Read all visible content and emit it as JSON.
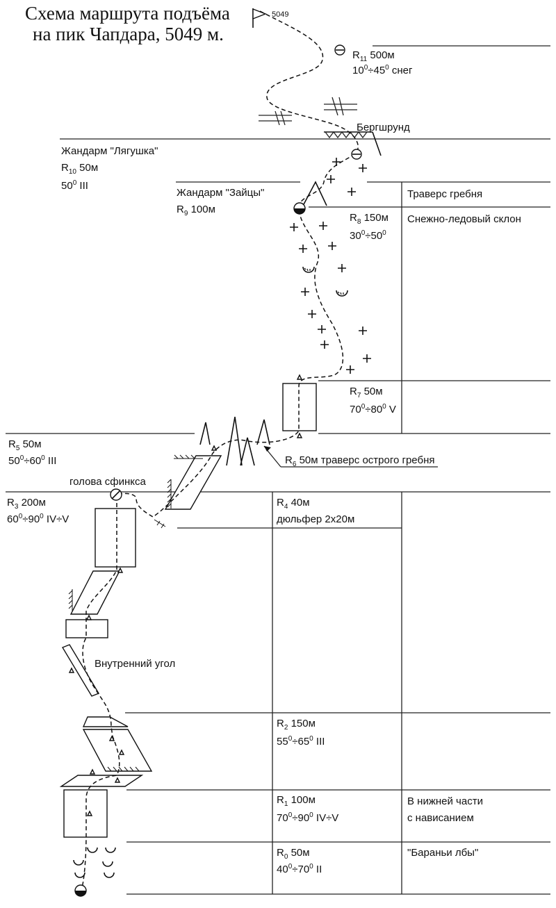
{
  "title": {
    "line1": "Схема маршрута подъёма",
    "line2": "на пик Чапдара, 5049 м."
  },
  "summit": {
    "label": "5049"
  },
  "sections": {
    "r11": {
      "name": "R",
      "sub": "11",
      "rest": " 500м",
      "line2_a": "10",
      "line2_b": "÷45",
      "line2_c": " снег",
      "sup": "0"
    },
    "bergschrund": "Бергшрунд",
    "r10": {
      "desc": "Жандарм \"Лягушка\"",
      "name": "R",
      "sub": "10",
      "rest": " 50м",
      "line2_a": "50",
      "line2_c": " III",
      "sup": "0"
    },
    "r9": {
      "desc": "Жандарм \"Зайцы\"",
      "name": "R",
      "sub": "9",
      "rest": " 100м"
    },
    "traverse_ridge": "Траверс гребня",
    "r8": {
      "name": "R",
      "sub": "8",
      "rest": " 150м",
      "line2_a": "30",
      "line2_b": "÷50",
      "sup": "0"
    },
    "snow_ice_slope": "Снежно-ледовый склон",
    "r7": {
      "name": "R",
      "sub": "7",
      "rest": " 50м",
      "line2_a": "70",
      "line2_b": "÷80",
      "line2_c": " V",
      "sup": "0"
    },
    "r6": {
      "name": "R",
      "sub": "6",
      "rest": " 50м траверс острого гребня"
    },
    "r5": {
      "name": "R",
      "sub": "5",
      "rest": " 50м",
      "line2_a": "50",
      "line2_b": "÷60",
      "line2_c": " III",
      "sup": "0"
    },
    "sphinx_head": "голова сфинкса",
    "r4": {
      "name": "R",
      "sub": "4",
      "rest": " 40м",
      "line2": "дюльфер 2х20м"
    },
    "r3": {
      "name": "R",
      "sub": "3",
      "rest": " 200м",
      "line2_a": "60",
      "line2_b": "÷90",
      "line2_c": " IV÷V",
      "sup": "0"
    },
    "inner_corner": "Внутренний угол",
    "r2": {
      "name": "R",
      "sub": "2",
      "rest": " 150м",
      "line2_a": "55",
      "line2_b": "÷65",
      "line2_c": " III",
      "sup": "0"
    },
    "r1": {
      "name": "R",
      "sub": "1",
      "rest": " 100м",
      "line2_a": "70",
      "line2_b": "÷90",
      "line2_c": " IV÷V",
      "sup": "0",
      "note1": "В нижней части",
      "note2": "с нависанием"
    },
    "r0": {
      "name": "R",
      "sub": "0",
      "rest": " 50м",
      "line2_a": "40",
      "line2_b": "÷70",
      "line2_c": " II",
      "sup": "0",
      "note": "\"Бараньи лбы\""
    }
  }
}
